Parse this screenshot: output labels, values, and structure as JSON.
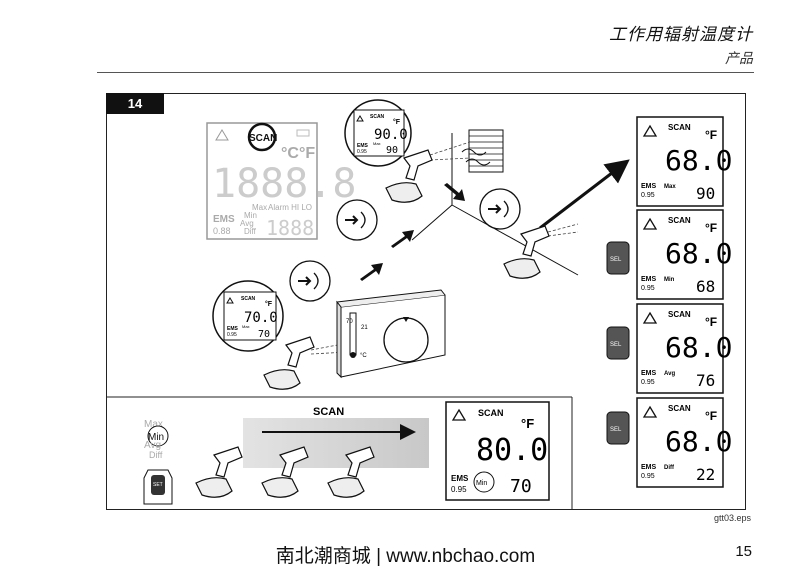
{
  "header": {
    "title": "工作用辐射温度计",
    "subtitle": "产品"
  },
  "figure": {
    "number": "14",
    "file_label": "gtt03.eps",
    "full_lcd": {
      "scan": "SCAN",
      "units": "°C°F",
      "digits": "1888.8",
      "max": "Max",
      "alarm": "Alarm HI LO",
      "min": "Min",
      "ems": "EMS",
      "ems_value": "0.88",
      "avg": "Avg",
      "diff": "Diff",
      "small_digits": "1888"
    },
    "top_lcd": {
      "scan": "SCAN",
      "unit": "°F",
      "value": "90.0",
      "ems": "EMS",
      "ems_value": "0.95",
      "max": "Max",
      "small": "90"
    },
    "left_lcd": {
      "scan": "SCAN",
      "unit": "°F",
      "value": "70.0",
      "ems": "EMS",
      "ems_value": "0.95",
      "max": "Max",
      "small": "70"
    },
    "thermostat": {
      "scale_top": "70",
      "scale_mid": "21",
      "unit": "°C"
    },
    "right_displays": [
      {
        "scan": "SCAN",
        "unit": "°F",
        "value": "68.0",
        "ems": "EMS",
        "ems_value": "0.95",
        "mode": "Max",
        "small": "90"
      },
      {
        "scan": "SCAN",
        "unit": "°F",
        "value": "68.0",
        "ems": "EMS",
        "ems_value": "0.95",
        "mode": "Min",
        "small": "68"
      },
      {
        "scan": "SCAN",
        "unit": "°F",
        "value": "68.0",
        "ems": "EMS",
        "ems_value": "0.95",
        "mode": "Avg",
        "small": "76"
      },
      {
        "scan": "SCAN",
        "unit": "°F",
        "value": "68.0",
        "ems": "EMS",
        "ems_value": "0.95",
        "mode": "Diff",
        "small": "22"
      }
    ],
    "sel_label": "SEL",
    "bottom": {
      "scan_label": "SCAN",
      "mode_max": "Max",
      "mode_min": "Min",
      "mode_avg": "Avg",
      "mode_diff": "Diff",
      "set_label": "SET",
      "lcd": {
        "scan": "SCAN",
        "unit": "°F",
        "value": "80.0",
        "ems": "EMS",
        "ems_value": "0.95",
        "mode": "Min",
        "small": "70"
      }
    }
  },
  "footer": {
    "site": "南北潮商城 | www.nbchao.com",
    "page": "15"
  }
}
